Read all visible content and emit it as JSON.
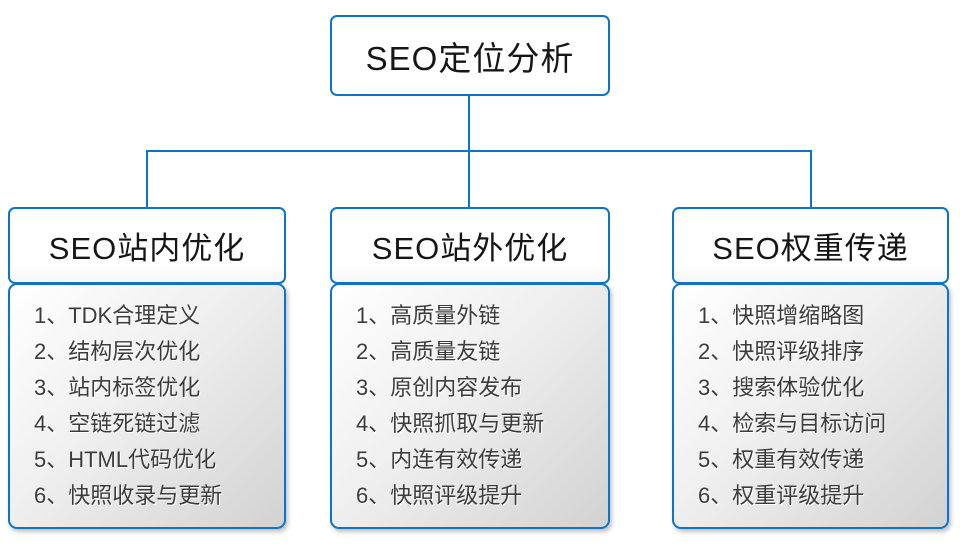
{
  "colors": {
    "accent_blue": "#0e74c8",
    "header_text": "#161616",
    "item_text": "#3c3c3c",
    "list_gradient_start": "#ffffff",
    "list_gradient_end": "#d2d2d2"
  },
  "root": {
    "label": "SEO定位分析"
  },
  "branches": [
    {
      "title": "SEO站内优化",
      "items": [
        "1、TDK合理定义",
        "2、结构层次优化",
        "3、站内标签优化",
        "4、空链死链过滤",
        "5、HTML代码优化",
        "6、快照收录与更新"
      ]
    },
    {
      "title": "SEO站外优化",
      "items": [
        "1、高质量外链",
        "2、高质量友链",
        "3、原创内容发布",
        "4、快照抓取与更新",
        "5、内连有效传递",
        "6、快照评级提升"
      ]
    },
    {
      "title": "SEO权重传递",
      "items": [
        "1、快照增缩略图",
        "2、快照评级排序",
        "3、搜索体验优化",
        "4、检索与目标访问",
        "5、权重有效传递",
        "6、权重评级提升"
      ]
    }
  ]
}
